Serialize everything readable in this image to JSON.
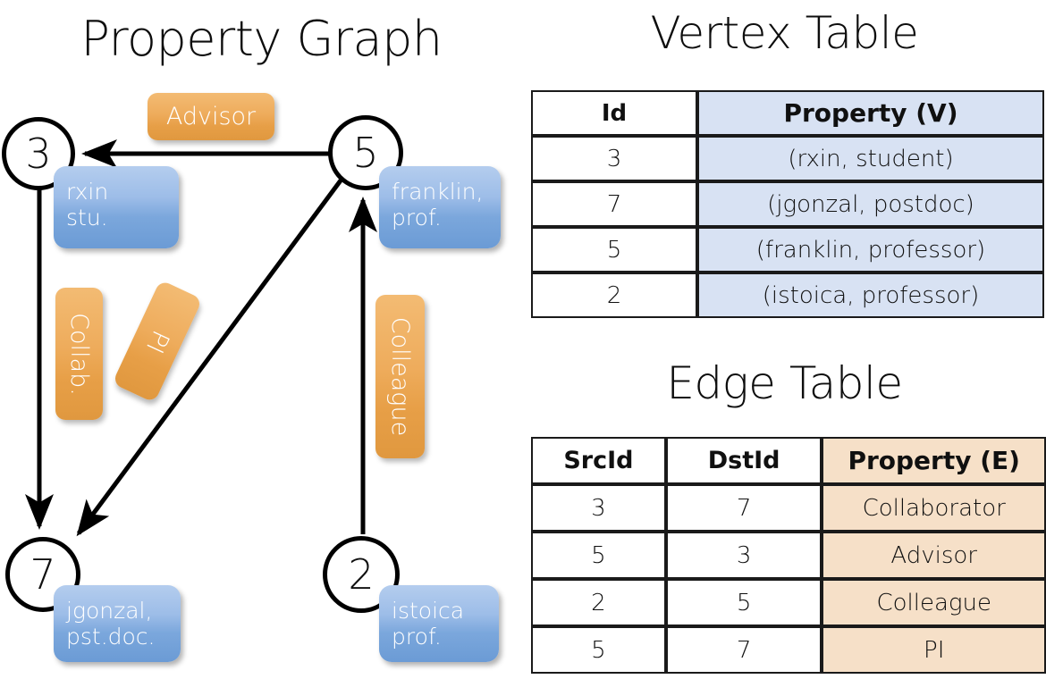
{
  "titles": {
    "property_graph": "Property Graph",
    "vertex_table": "Vertex Table",
    "edge_table": "Edge Table"
  },
  "graph": {
    "nodes": [
      {
        "id": "3",
        "property": "rxin\nstu."
      },
      {
        "id": "5",
        "property": "franklin,\nprof."
      },
      {
        "id": "7",
        "property": "jgonzal,\npst.doc."
      },
      {
        "id": "2",
        "property": "istoica\nprof."
      }
    ],
    "node_labels": {
      "n3": "3",
      "n5": "5",
      "n7": "7",
      "n2": "2"
    },
    "property_boxes": {
      "rxin_line1": "rxin",
      "rxin_line2": "stu.",
      "franklin_line1": "franklin,",
      "franklin_line2": "prof.",
      "jgonzal_line1": "jgonzal,",
      "jgonzal_line2": "pst.doc.",
      "istoica_line1": "istoica",
      "istoica_line2": "prof."
    },
    "edge_labels": {
      "advisor": "Advisor",
      "collab": "Collab.",
      "pi": "PI",
      "colleague": "Colleague"
    },
    "edges": [
      {
        "from": "5",
        "to": "3",
        "label": "Advisor"
      },
      {
        "from": "3",
        "to": "7",
        "label": "Collab."
      },
      {
        "from": "5",
        "to": "7",
        "label": "PI"
      },
      {
        "from": "2",
        "to": "5",
        "label": "Colleague"
      }
    ]
  },
  "vertex_table": {
    "headers": [
      "Id",
      "Property (V)"
    ],
    "rows": [
      [
        "3",
        "(rxin, student)"
      ],
      [
        "7",
        "(jgonzal, postdoc)"
      ],
      [
        "5",
        "(franklin, professor)"
      ],
      [
        "2",
        "(istoica, professor)"
      ]
    ]
  },
  "edge_table": {
    "headers": [
      "SrcId",
      "DstId",
      "Property (E)"
    ],
    "rows": [
      [
        "3",
        "7",
        "Collaborator"
      ],
      [
        "5",
        "3",
        "Advisor"
      ],
      [
        "2",
        "5",
        "Colleague"
      ],
      [
        "5",
        "7",
        "PI"
      ]
    ]
  },
  "colors": {
    "vertex_property_fill": "#d8e2f3",
    "edge_property_fill": "#f6e0c8",
    "node_box_blue": "#7ba7dc",
    "edge_label_orange": "#eeac5c",
    "stroke": "#000000",
    "background": "#ffffff"
  }
}
